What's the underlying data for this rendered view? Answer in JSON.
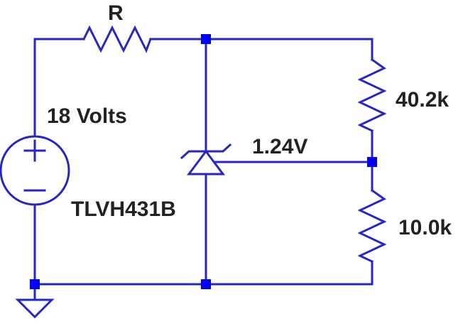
{
  "labels": {
    "resistor_r": "R",
    "source_voltage": "18 Volts",
    "reference_voltage": "1.24V",
    "shunt_part": "TLVH431B",
    "r_top": "40.2k",
    "r_bottom": "10.0k"
  },
  "source_polarity": {
    "plus": "+",
    "minus": "−"
  },
  "colors": {
    "wire": "#2626c8",
    "node": "#0000ff",
    "text": "#222222"
  }
}
